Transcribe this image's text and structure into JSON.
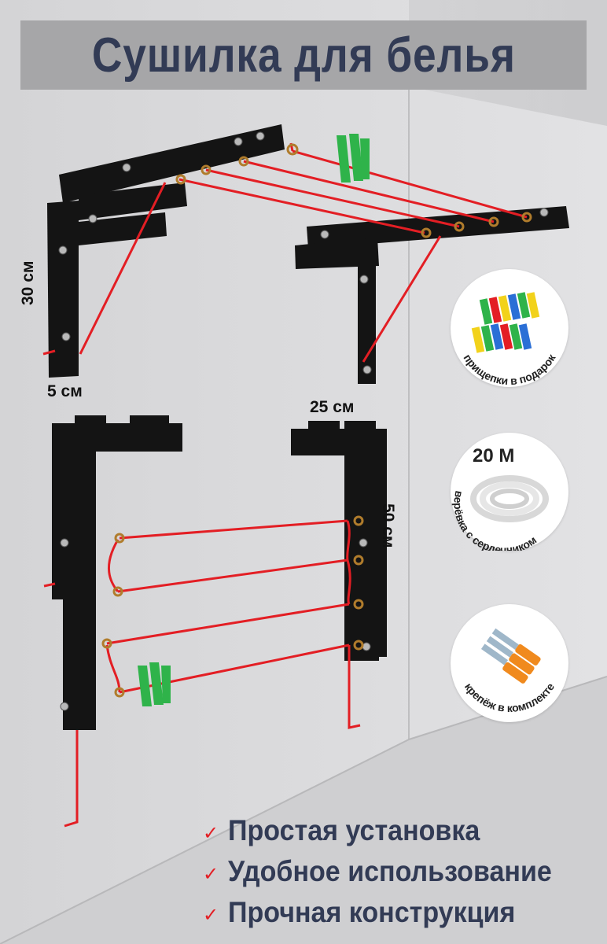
{
  "title": "Сушилка для белья",
  "dimensions": {
    "height_top": "30 см",
    "width_top": "5 см",
    "depth": "25 см",
    "height_bottom": "50 см"
  },
  "bubbles": [
    {
      "label": "прищепки в подарок",
      "icon": "clothespins-icon"
    },
    {
      "label": "верёвка с сердечником",
      "badge": "20 М",
      "icon": "rope-coil-icon"
    },
    {
      "label": "крепёж в комплекте",
      "icon": "fasteners-icon"
    }
  ],
  "features": [
    "Простая установка",
    "Удобное использование",
    "Прочная конструкция"
  ],
  "colors": {
    "title_bg": "#a6a6a8",
    "title_text": "#323b55",
    "accent_red": "#e31e24",
    "frame": "#141414",
    "clothespin_green": "#2fb34a"
  }
}
